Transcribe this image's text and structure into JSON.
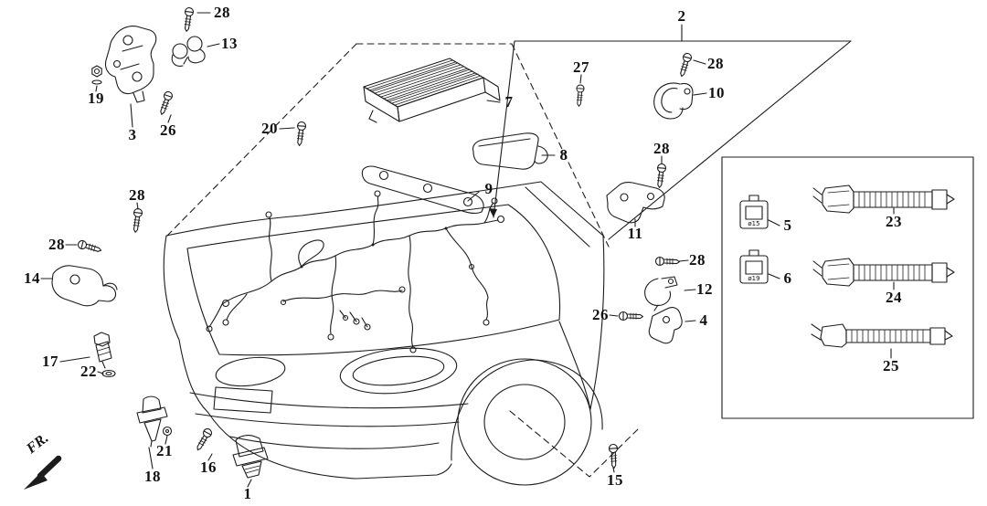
{
  "fr_label": "FR.",
  "callouts": [
    "28",
    "13",
    "19",
    "3",
    "26",
    "20",
    "7",
    "27",
    "2",
    "28",
    "10",
    "8",
    "9",
    "28",
    "11",
    "28",
    "12",
    "26",
    "4",
    "5",
    "6",
    "23",
    "24",
    "25",
    "28",
    "28",
    "14",
    "17",
    "22",
    "21",
    "18",
    "16",
    "1",
    "15"
  ],
  "clip_sizes": [
    "ø15",
    "ø19"
  ],
  "colors": {
    "line": "#1c1c1c",
    "background": "#ffffff"
  }
}
